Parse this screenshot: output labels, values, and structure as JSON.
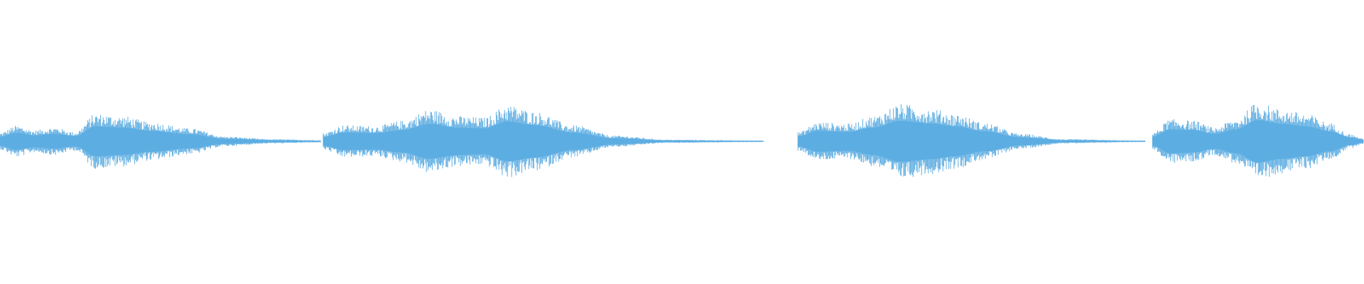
{
  "waveform": {
    "color": "#5dade2",
    "background": "#ffffff",
    "segments": [
      {
        "id": "segment-1",
        "envelope": [
          [
            0.0,
            0.18
          ],
          [
            0.012,
            0.34
          ],
          [
            0.025,
            0.24
          ],
          [
            0.04,
            0.3
          ],
          [
            0.055,
            0.2
          ],
          [
            0.07,
            0.6
          ],
          [
            0.09,
            0.55
          ],
          [
            0.11,
            0.42
          ],
          [
            0.14,
            0.28
          ],
          [
            0.165,
            0.1
          ],
          [
            0.2,
            0.04
          ],
          [
            0.235,
            0.02
          ]
        ]
      },
      {
        "id": "segment-2",
        "envelope": [
          [
            0.237,
            0.18
          ],
          [
            0.252,
            0.35
          ],
          [
            0.275,
            0.33
          ],
          [
            0.295,
            0.45
          ],
          [
            0.315,
            0.7
          ],
          [
            0.335,
            0.55
          ],
          [
            0.355,
            0.52
          ],
          [
            0.372,
            0.8
          ],
          [
            0.392,
            0.65
          ],
          [
            0.42,
            0.35
          ],
          [
            0.45,
            0.12
          ],
          [
            0.49,
            0.03
          ],
          [
            0.56,
            0.01
          ]
        ]
      },
      {
        "id": "segment-3",
        "envelope": [
          [
            0.585,
            0.2
          ],
          [
            0.6,
            0.42
          ],
          [
            0.622,
            0.38
          ],
          [
            0.64,
            0.55
          ],
          [
            0.66,
            0.82
          ],
          [
            0.682,
            0.72
          ],
          [
            0.7,
            0.6
          ],
          [
            0.722,
            0.4
          ],
          [
            0.748,
            0.16
          ],
          [
            0.78,
            0.04
          ],
          [
            0.84,
            0.01
          ]
        ]
      },
      {
        "id": "segment-4",
        "envelope": [
          [
            0.845,
            0.18
          ],
          [
            0.858,
            0.48
          ],
          [
            0.875,
            0.45
          ],
          [
            0.89,
            0.3
          ],
          [
            0.906,
            0.48
          ],
          [
            0.922,
            0.85
          ],
          [
            0.94,
            0.7
          ],
          [
            0.958,
            0.6
          ],
          [
            0.975,
            0.4
          ],
          [
            0.99,
            0.15
          ],
          [
            1.0,
            0.05
          ]
        ]
      }
    ]
  }
}
